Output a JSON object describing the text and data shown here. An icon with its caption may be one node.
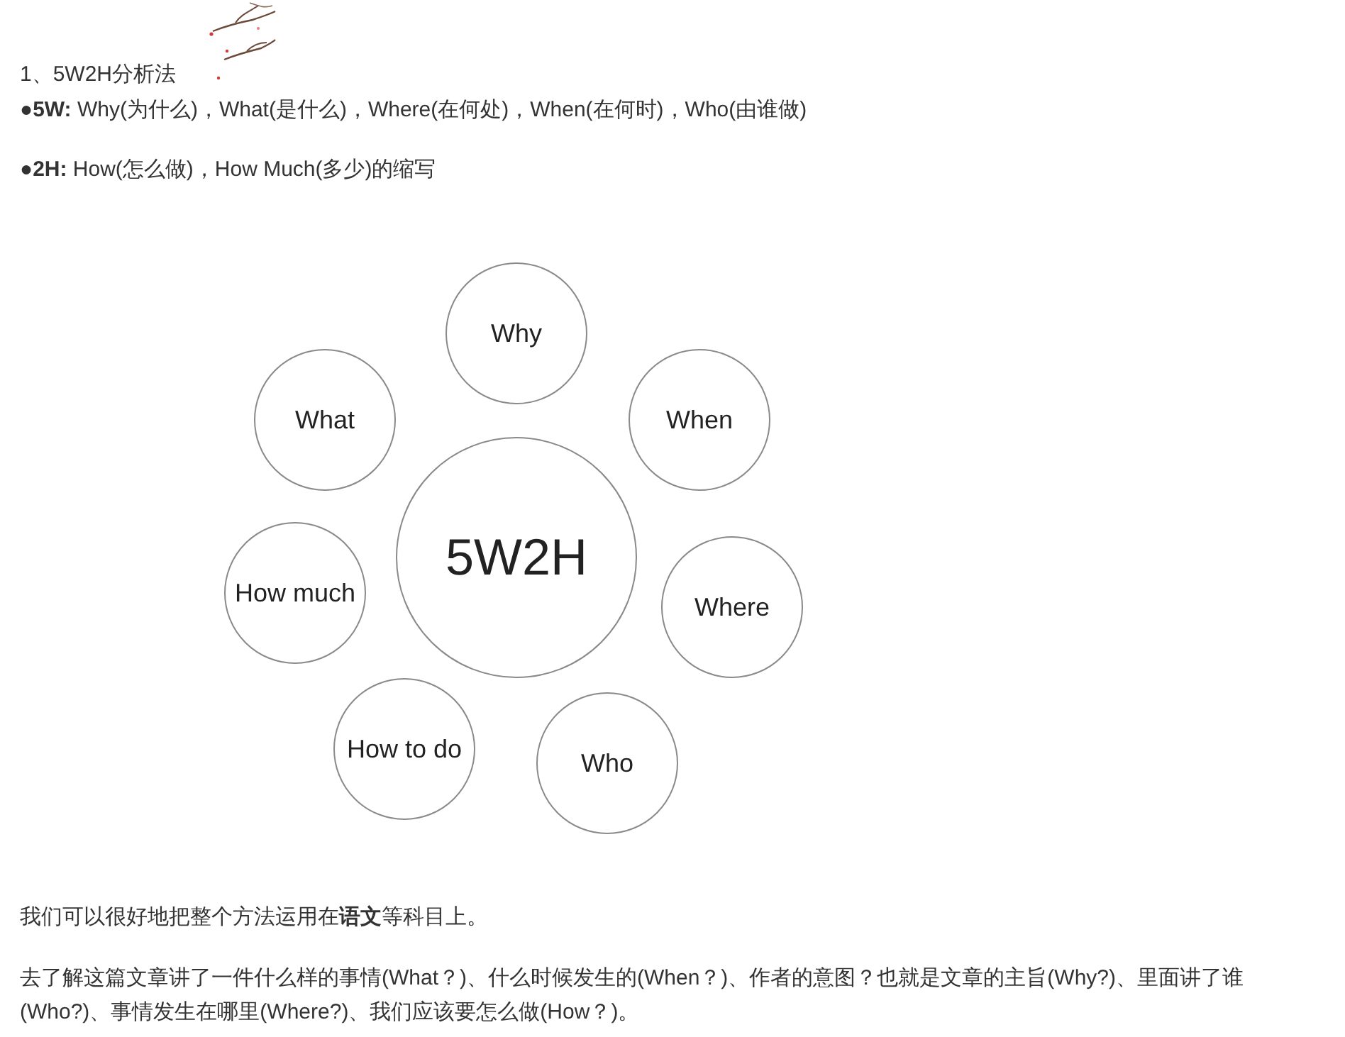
{
  "diagram": {
    "nodes": [
      {
        "text": [
          "Why"
        ]
      },
      {
        "text": [
          "What"
        ]
      },
      {
        "text": [
          "When"
        ]
      },
      {
        "text": [
          "5W2H"
        ]
      },
      {
        "text": [
          "How much"
        ]
      },
      {
        "text": [
          "Where"
        ]
      },
      {
        "text": [
          "How to do"
        ]
      },
      {
        "text": [
          "Who"
        ]
      }
    ],
    "edges": [],
    "labels": [
      "1、5W2H分析法",
      "●**5W:** Why(为什么)，What(是什么)，Where(在何处)，When(在何时)，Who(由谁做)",
      "●**2H:** How(怎么做)，How Much(多少)的缩写",
      "我们可以很好地把整个方法运用在**语文**等科目上。",
      "去了解这篇文章讲了一件什么样的事情(What？)、什么时候发生的(When？)、作者的意图？也就是文章的主旨(Why?)、里面讲了谁(Who?)、事情发生在哪里(Where?)、我们应该要怎么做(How？)。"
    ]
  }
}
